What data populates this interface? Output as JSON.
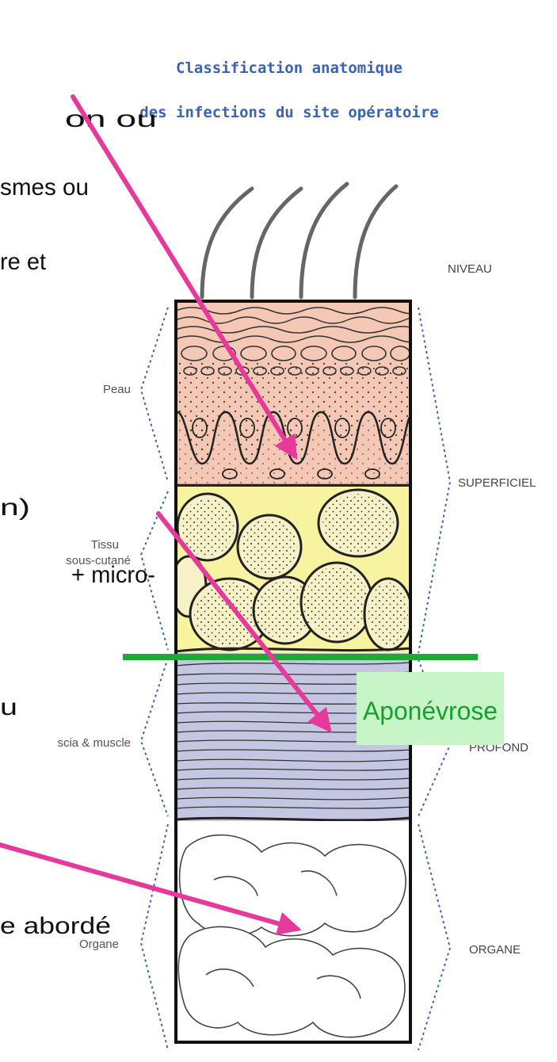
{
  "title": {
    "line1": "Classification anatomique",
    "line2": "des infections du site opératoire"
  },
  "layers": {
    "peau": "Peau",
    "tissu_line1": "Tissu",
    "tissu_line2": "sous-cutané",
    "fascia": "scia & muscle",
    "organe": "Organe"
  },
  "levels": {
    "niveau": "NIVEAU",
    "superficiel": "SUPERFICIEL",
    "profond": "PROFOND",
    "organe": "ORGANE"
  },
  "aponevrose_label": "Aponévrose",
  "left_text_fragments": [
    "on ou",
    "smes ou",
    "re et",
    "n)",
    "+ micro-",
    "u",
    "e abordé"
  ],
  "colors": {
    "title": "#3a63b8",
    "arrow": "#e6399b",
    "green_line": "#1ea836",
    "aponevrose_box": "#c8f5c8",
    "aponevrose_text": "#17a02c",
    "skin": "#f4c8b4",
    "fat": "#f8f3a0",
    "fat_lobule": "#f6f1c6",
    "muscle": "#c4c6e2",
    "organ": "#ffffff",
    "dashed_brace": "#3a63b8"
  }
}
